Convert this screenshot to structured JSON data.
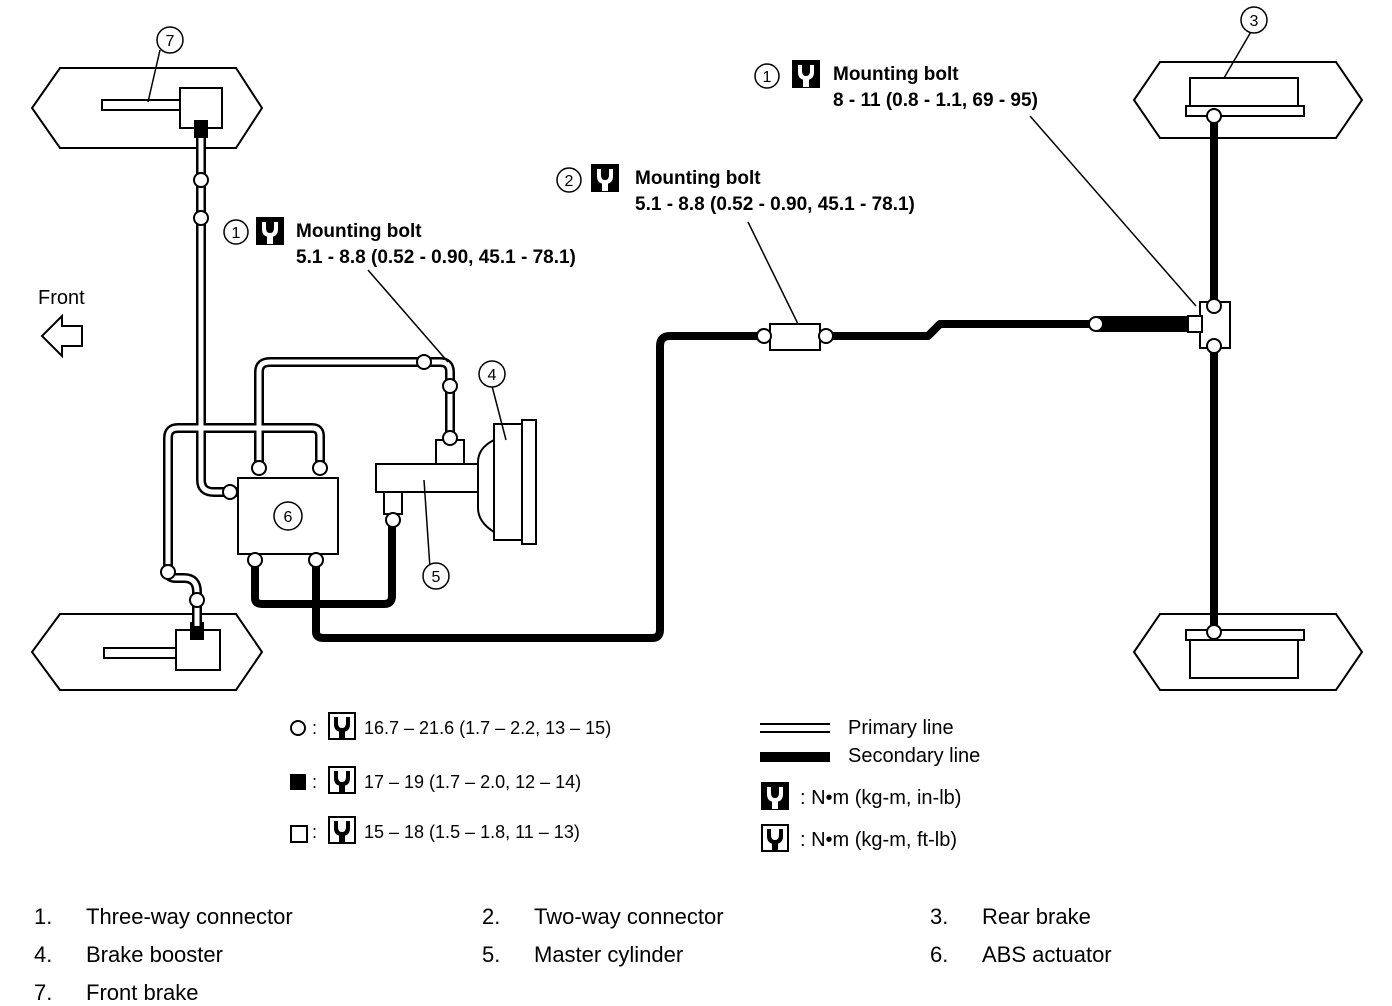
{
  "front_label": "Front",
  "callouts": {
    "c1": "1",
    "c2": "2",
    "c3": "3",
    "c4": "4",
    "c5": "5",
    "c6": "6",
    "c7": "7"
  },
  "torque_notes": [
    {
      "id": "1",
      "title": "Mounting bolt",
      "value": "5.1 - 8.8 (0.52 - 0.90, 45.1 - 78.1)"
    },
    {
      "id": "2",
      "title": "Mounting bolt",
      "value": "5.1 - 8.8 (0.52 - 0.90, 45.1 - 78.1)"
    },
    {
      "id": "1",
      "title": "Mounting bolt",
      "value": "8 - 11 (0.8 - 1.1, 69 - 95)"
    }
  ],
  "fitting_legend": [
    {
      "symbol": "open-circle",
      "value": "16.7 – 21.6 (1.7 – 2.2, 13 – 15)"
    },
    {
      "symbol": "filled-square",
      "value": "17 – 19 (1.7 – 2.0, 12 – 14)"
    },
    {
      "symbol": "open-square",
      "value": "15 – 18 (1.5 – 1.8, 11 – 13)"
    }
  ],
  "line_legend": {
    "primary": "Primary line",
    "secondary": "Secondary line",
    "unit_inlb": ": N•m (kg-m, in-lb)",
    "unit_ftlb": ": N•m (kg-m, ft-lb)"
  },
  "parts": [
    {
      "num": "1.",
      "label": "Three-way connector"
    },
    {
      "num": "2.",
      "label": "Two-way connector"
    },
    {
      "num": "3.",
      "label": "Rear brake"
    },
    {
      "num": "4.",
      "label": "Brake booster"
    },
    {
      "num": "5.",
      "label": "Master cylinder"
    },
    {
      "num": "6.",
      "label": "ABS actuator"
    },
    {
      "num": "7.",
      "label": "Front brake"
    }
  ]
}
